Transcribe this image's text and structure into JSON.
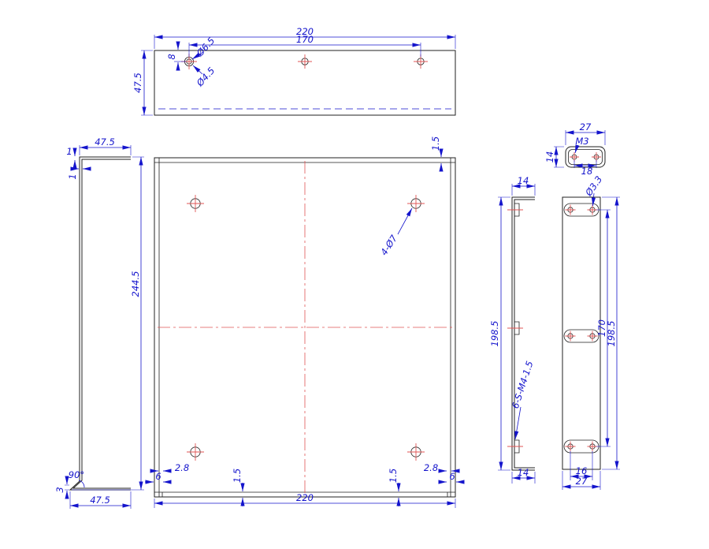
{
  "colors": {
    "dimension_blue": "#1414cc",
    "outline_black": "#202020",
    "center_red": "#e05555",
    "background": "#ffffff"
  },
  "top": {
    "d220": "220",
    "d170": "170",
    "dia_outer": "Ø6.5",
    "dia_inner": "Ø4.5",
    "d8": "8",
    "d475": "47.5"
  },
  "left": {
    "d475_top": "47.5",
    "thk1": "1",
    "thk2": "1",
    "d2445": "244.5",
    "angle": "90°",
    "d3": "3",
    "d475_bottom": "47.5"
  },
  "front": {
    "leader": "4-Ø7",
    "d15_top": "1.5",
    "d28_left": "2.8",
    "d6_left": "6",
    "d15_left": "1.5",
    "d15_right": "1.5",
    "d28_right": "2.8",
    "d6_right": "6",
    "d220": "220"
  },
  "bracket": {
    "d27": "27",
    "m3": "M3",
    "d18": "18",
    "d14": "14"
  },
  "side": {
    "d14_top": "14",
    "d1985": "198.5",
    "leader": "6-S-M4-1.5",
    "d14_bottom": "14"
  },
  "plate": {
    "dia": "Ø3.3",
    "d170": "170",
    "d1985": "198.5",
    "d16": "16",
    "d27": "27"
  }
}
